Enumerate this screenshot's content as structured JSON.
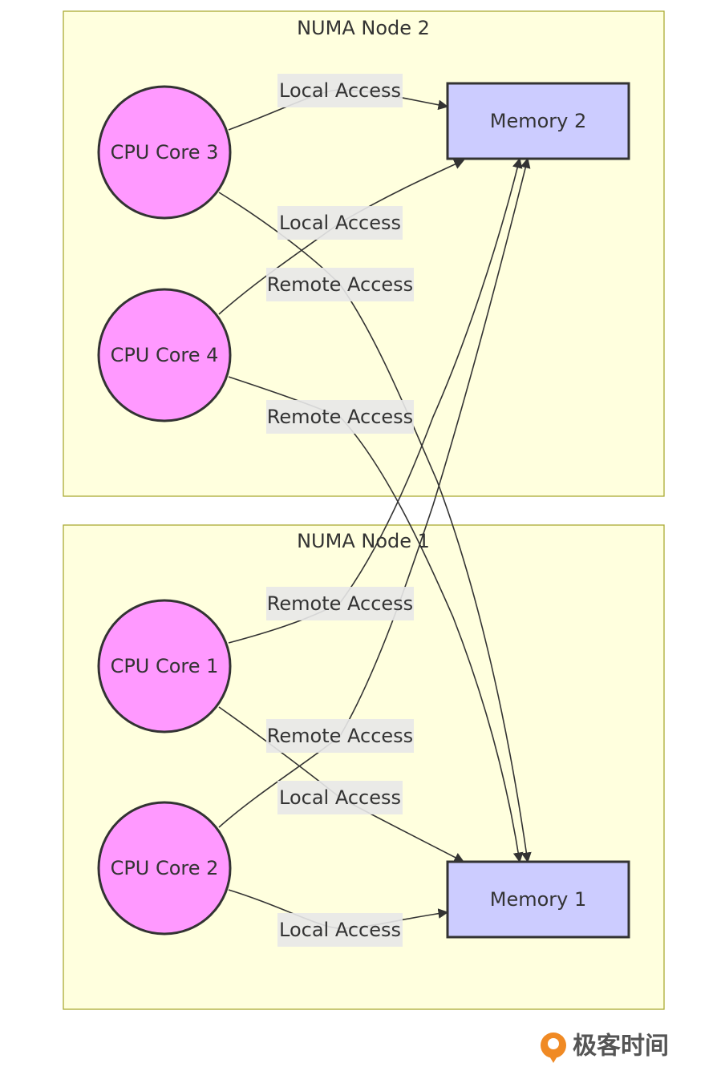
{
  "clusters": {
    "node2": {
      "title": "NUMA Node 2"
    },
    "node1": {
      "title": "NUMA Node 1"
    }
  },
  "nodes": {
    "cpu3": "CPU Core 3",
    "cpu4": "CPU Core 4",
    "cpu1": "CPU Core 1",
    "cpu2": "CPU Core 2",
    "mem2": "Memory 2",
    "mem1": "Memory 1"
  },
  "edges": [
    {
      "from": "CPU Core 3",
      "to": "Memory 2",
      "label": "Local Access"
    },
    {
      "from": "CPU Core 4",
      "to": "Memory 2",
      "label": "Local Access"
    },
    {
      "from": "CPU Core 3",
      "to": "Memory 1",
      "label": "Remote Access"
    },
    {
      "from": "CPU Core 4",
      "to": "Memory 1",
      "label": "Remote Access"
    },
    {
      "from": "CPU Core 1",
      "to": "Memory 2",
      "label": "Remote Access"
    },
    {
      "from": "CPU Core 2",
      "to": "Memory 2",
      "label": "Remote Access"
    },
    {
      "from": "CPU Core 1",
      "to": "Memory 1",
      "label": "Local Access"
    },
    {
      "from": "CPU Core 2",
      "to": "Memory 1",
      "label": "Local Access"
    }
  ],
  "colors": {
    "cluster_fill": "#ffffde",
    "cluster_stroke": "#aaaa33",
    "cpu_fill": "#ff99ff",
    "memory_fill": "#ccccff",
    "stroke": "#333333",
    "brand_orange": "#f08a24"
  },
  "watermark": {
    "text": "极客时间",
    "icon": "geektime-logo-icon"
  }
}
